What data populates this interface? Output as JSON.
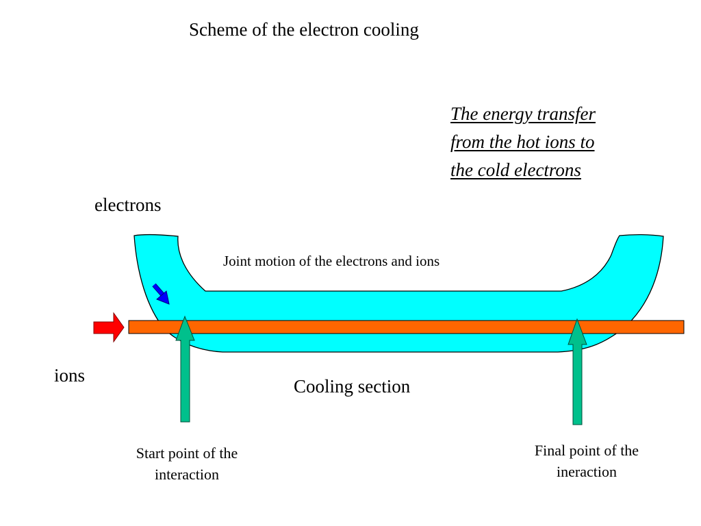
{
  "title": "Scheme of the electron cooling",
  "energy_transfer_note": {
    "lines": [
      "The energy transfer",
      "from the hot ions to",
      "the cold electrons"
    ]
  },
  "labels": {
    "electrons": "electrons",
    "ions": "ions",
    "joint_motion": "Joint motion of the electrons and ions",
    "cooling_section": "Cooling section",
    "start_point": "Start point of the interaction",
    "final_point": "Final point of the ineraction"
  },
  "colors": {
    "electron_beam": "#00ffff",
    "ion_beam": "#ff6600",
    "ion_entry_arrow": "#ff0000",
    "electron_direction_arrow": "#0000ff",
    "pointer_arrows": "#00c08c"
  }
}
